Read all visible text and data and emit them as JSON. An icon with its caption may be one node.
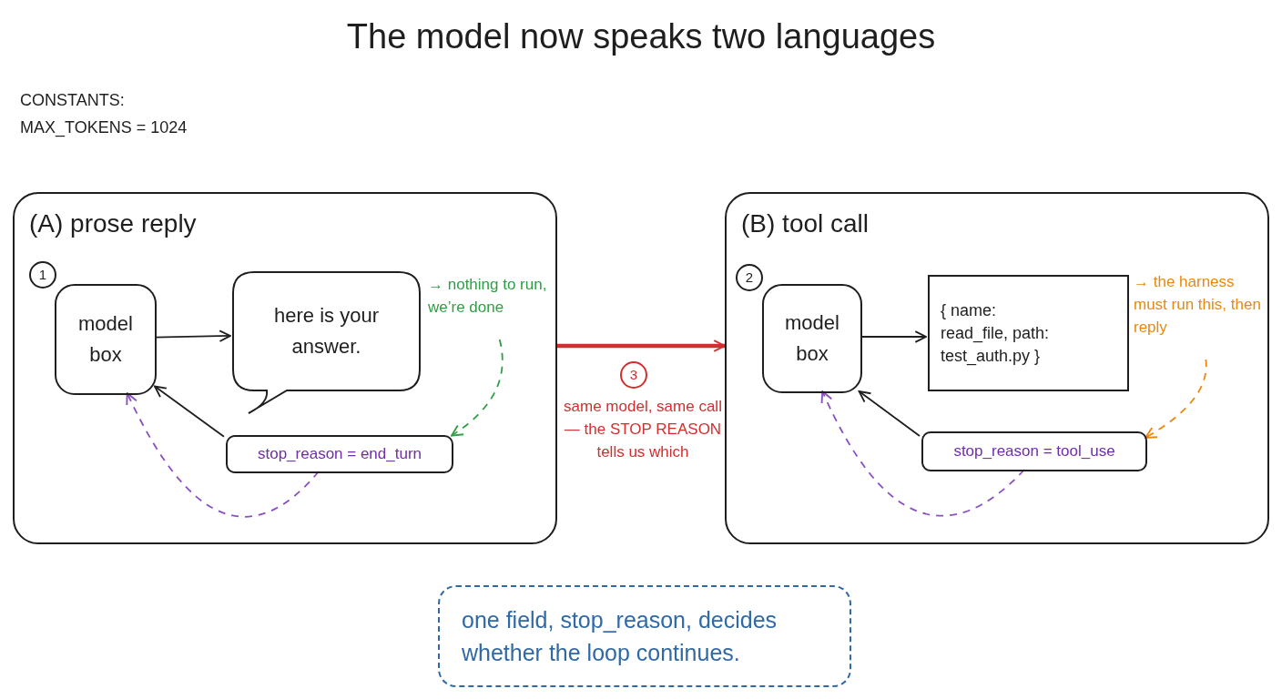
{
  "diagram": {
    "title": "The model now speaks two languages",
    "nodes": [
      {
        "text": [
          "(A) prose reply"
        ]
      },
      {
        "text": [
          "1"
        ],
        "in": 0
      },
      {
        "text": [
          "model box"
        ],
        "in": 0
      },
      {
        "text": [
          "here is your answer."
        ],
        "in": 0
      },
      {
        "text": [
          "→ nothing to run, we’re done"
        ],
        "in": 0
      },
      {
        "text": [
          "stop_reason = end_turn"
        ],
        "in": 0
      },
      {
        "text": [
          "(B) tool call"
        ]
      },
      {
        "text": [
          "2"
        ],
        "in": 6
      },
      {
        "text": [
          "model box"
        ],
        "in": 6
      },
      {
        "text": [
          "{ name: read_file, path: test_auth.py }"
        ],
        "in": 6
      },
      {
        "text": [
          "→ the harness must run this, then reply"
        ],
        "in": 6
      },
      {
        "text": [
          "stop_reason = tool_use"
        ],
        "in": 6
      },
      {
        "text": [
          "3"
        ],
        "beside": [
          "same model, same call — the STOP REASON tells us which"
        ]
      },
      {
        "text": [
          "one field, stop_reason, decides whether the loop continues."
        ]
      }
    ],
    "edges": [
      {
        "from": 2,
        "to": 3,
        "arrow": "to"
      },
      {
        "from": 4,
        "to": 5,
        "arrow": "to",
        "style": "dashed",
        "color": "#2f9e44"
      },
      {
        "from": 5,
        "to": 2,
        "arrow": "to"
      },
      {
        "from": 5,
        "to": 2,
        "arrow": "to",
        "style": "dashed",
        "color": "#8a4fc0"
      },
      {
        "from": 0,
        "to": 6,
        "arrow": "to",
        "style": "thick",
        "color": "#d02f2f"
      },
      {
        "from": 8,
        "to": 9,
        "arrow": "to"
      },
      {
        "from": 10,
        "to": 11,
        "arrow": "to",
        "style": "dashed",
        "color": "#e8890c"
      },
      {
        "from": 11,
        "to": 8,
        "arrow": "to"
      },
      {
        "from": 11,
        "to": 8,
        "arrow": "to",
        "style": "dashed",
        "color": "#8a4fc0"
      }
    ],
    "labels": [
      "CONSTANTS:",
      "MAX_TOKENS = 1024"
    ]
  }
}
